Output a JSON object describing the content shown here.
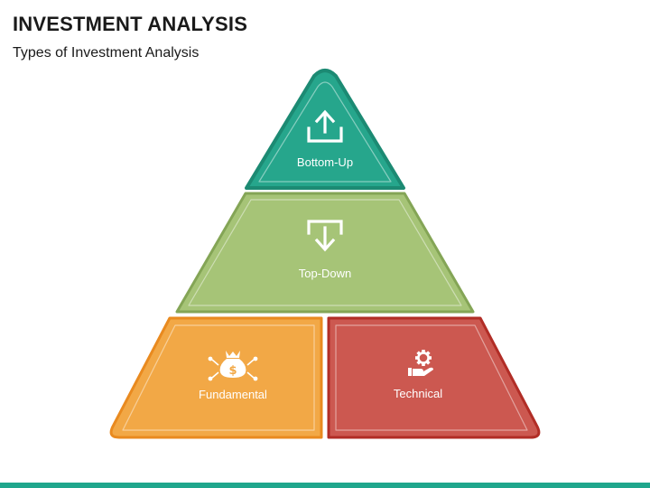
{
  "header": {
    "title": "INVESTMENT ANALYSIS",
    "subtitle": "Types of Investment Analysis"
  },
  "pyramid": {
    "top": {
      "label": "Bottom-Up",
      "icon": "upload-arrow-icon",
      "fill": "#26A68C",
      "border": "#1C8A73"
    },
    "middle": {
      "label": "Top-Down",
      "icon": "download-arrow-icon",
      "fill": "#A6C477",
      "border": "#84A556"
    },
    "bottom_left": {
      "label": "Fundamental",
      "icon": "money-bag-icon",
      "fill": "#F2A846",
      "border": "#E98A1F"
    },
    "bottom_right": {
      "label": "Technical",
      "icon": "hand-gear-icon",
      "fill": "#CC5850",
      "border": "#B12D26"
    }
  },
  "footer": {
    "bar_color": "#1FA68C"
  }
}
